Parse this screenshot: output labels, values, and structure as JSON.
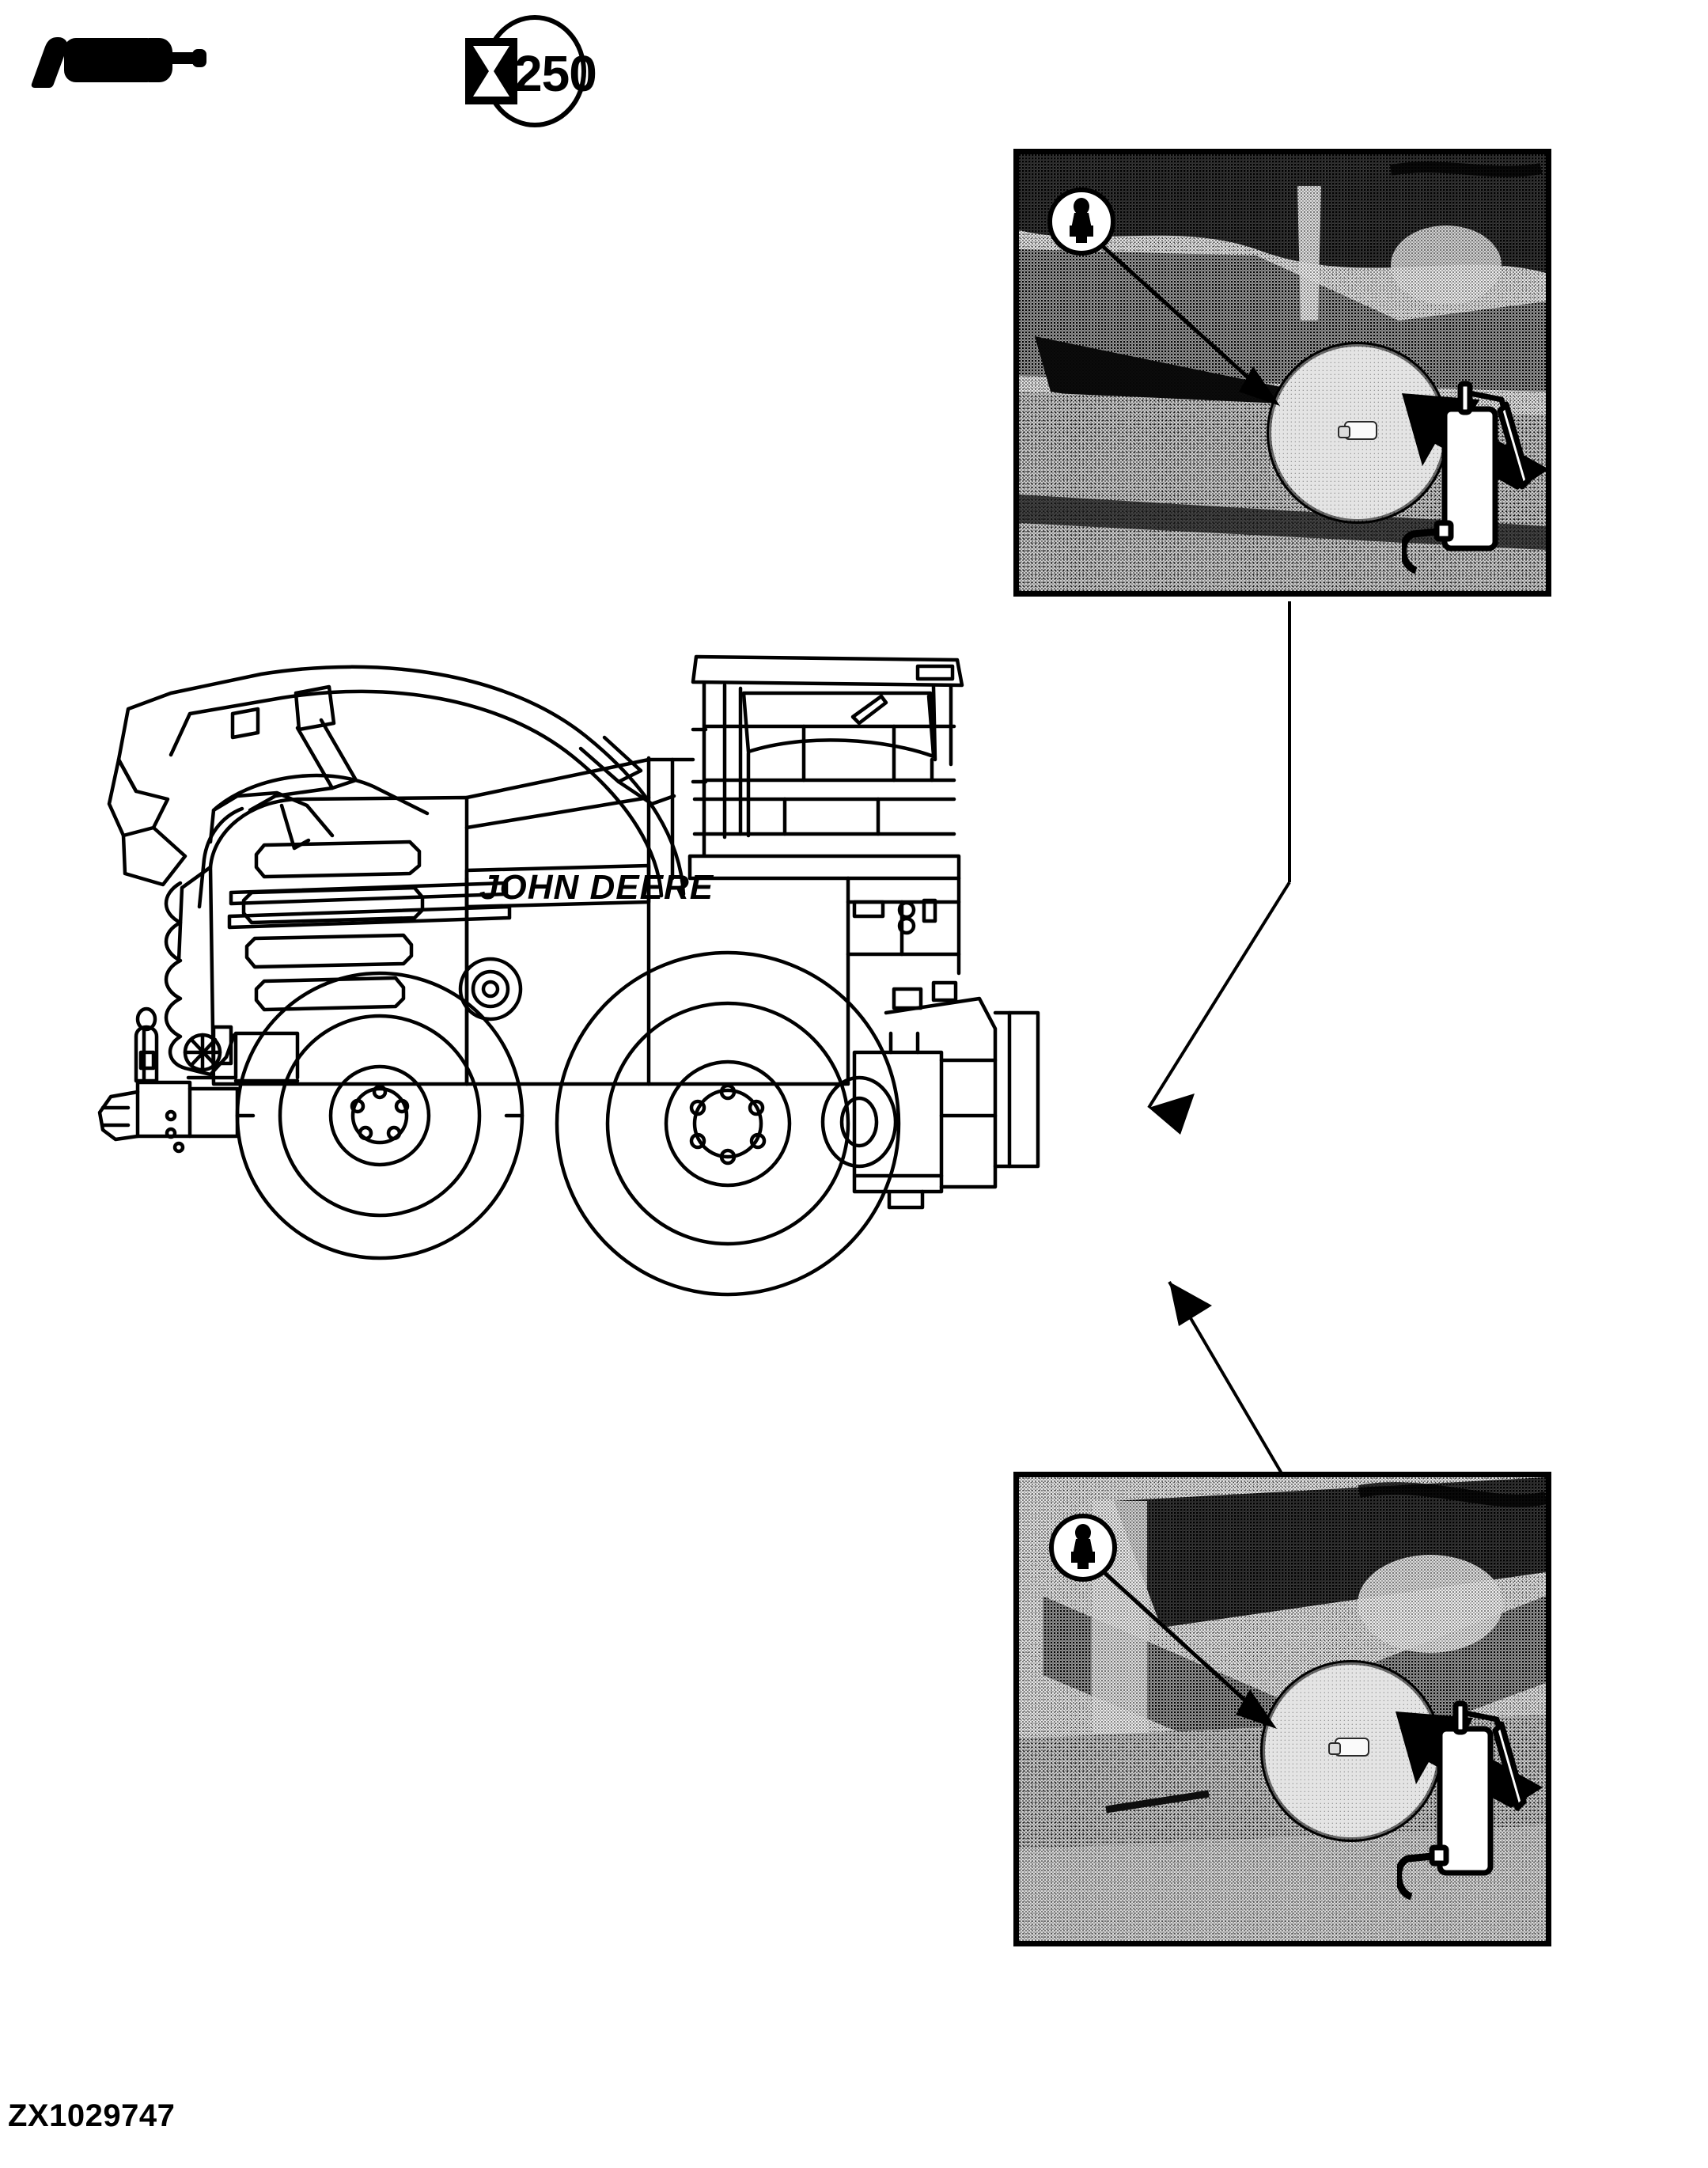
{
  "document": {
    "type": "lubrication-service-diagram",
    "part_number": "ZX1029747",
    "machine_brand": "JOHN DEERE"
  },
  "header": {
    "grease_gun_symbol": {
      "icon": "grease-gun-icon",
      "label": "grease gun"
    },
    "service_interval": {
      "icon": "hourglass-icon",
      "hours": "250",
      "label": "250"
    }
  },
  "insets": [
    {
      "id": "inset-top",
      "position": "top-right",
      "badge_icon": "grease-fitting-icon",
      "callouts": {
        "magnifier": "magnified-detail-circle",
        "arrow": "pointer-arrow",
        "tool": "grease-gun-tool"
      }
    },
    {
      "id": "inset-bottom",
      "position": "bottom-right",
      "badge_icon": "grease-fitting-icon",
      "callouts": {
        "magnifier": "magnified-detail-circle",
        "arrow": "pointer-arrow",
        "tool": "grease-gun-tool"
      }
    }
  ],
  "machine": {
    "name": "self-propelled forage harvester",
    "brand_text": "JOHN DEERE",
    "components": [
      "spout",
      "cab",
      "engine-hood",
      "front-wheel",
      "rear-wheel",
      "header-attachment",
      "rear-attachment"
    ]
  },
  "leaders": [
    {
      "from": "inset-top",
      "to": "machine-rear-upper"
    },
    {
      "from": "inset-bottom",
      "to": "machine-rear-lower"
    }
  ]
}
